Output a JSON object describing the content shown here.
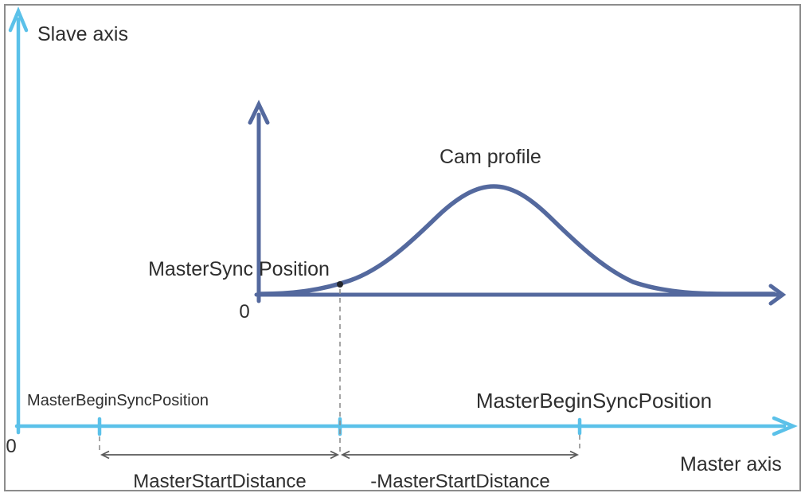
{
  "diagram": {
    "title_hint": "Cam profile synchronization diagram",
    "labels": {
      "slave_axis": "Slave axis",
      "master_axis": "Master axis",
      "cam_profile": "Cam profile",
      "master_sync_position": "MasterSync Position",
      "master_begin_sync_left": "MasterBeginSyncPosition",
      "master_begin_sync_right": "MasterBeginSyncPosition",
      "master_start_distance": "MasterStartDistance",
      "neg_master_start_distance": "-MasterStartDistance",
      "outer_origin": "0",
      "inner_origin": "0"
    },
    "colors": {
      "master_slave_axes": "#5bc1e9",
      "cam_profile_curve": "#54699e",
      "dashed_guides": "#8f8f8f",
      "measure_arrows": "#5a5a5a",
      "border": "#8c8c8c",
      "text": "#2e2e2e"
    }
  }
}
